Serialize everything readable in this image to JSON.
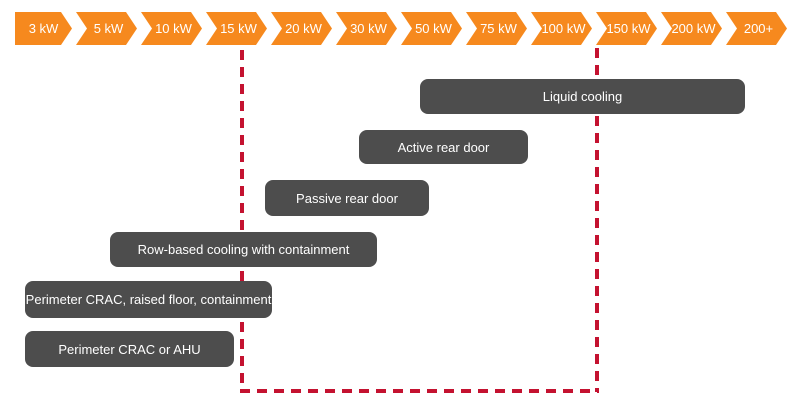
{
  "colors": {
    "axis_orange": "#F6891E",
    "bar_gray": "#4D4D4D",
    "highlight_red": "#C41230",
    "background": "#FFFFFF",
    "text_on_fill": "#FFFFFF"
  },
  "chart_data": {
    "type": "bar",
    "subtype": "horizontal_range_bars",
    "x_axis": {
      "unit": "kW",
      "style": "orange chevron arrow strip",
      "tick_labels": [
        "3 kW",
        "5 kW",
        "10 kW",
        "15 kW",
        "20 kW",
        "30 kW",
        "50 kW",
        "75 kW",
        "100 kW",
        "150 kW",
        "200 kW",
        "200+"
      ]
    },
    "series": [
      {
        "name": "Liquid cooling",
        "range_start": "50 kW",
        "range_end": "200+"
      },
      {
        "name": "Active rear door",
        "range_start": "30 kW",
        "range_end": "100 kW"
      },
      {
        "name": "Passive rear door",
        "range_start": "20 kW",
        "range_end": "50 kW"
      },
      {
        "name": "Row-based cooling with containment",
        "range_start": "5 kW",
        "range_end": "30 kW"
      },
      {
        "name": "Perimeter CRAC, raised floor, containment",
        "range_start": "3 kW",
        "range_end": "20 kW"
      },
      {
        "name": "Perimeter CRAC or AHU",
        "range_start": "3 kW",
        "range_end": "15 kW"
      }
    ],
    "highlight_region": {
      "style": "dashed",
      "color": "#C41230",
      "from": "15 kW",
      "to": "150 kW"
    },
    "grid": "off",
    "legend": "none"
  }
}
